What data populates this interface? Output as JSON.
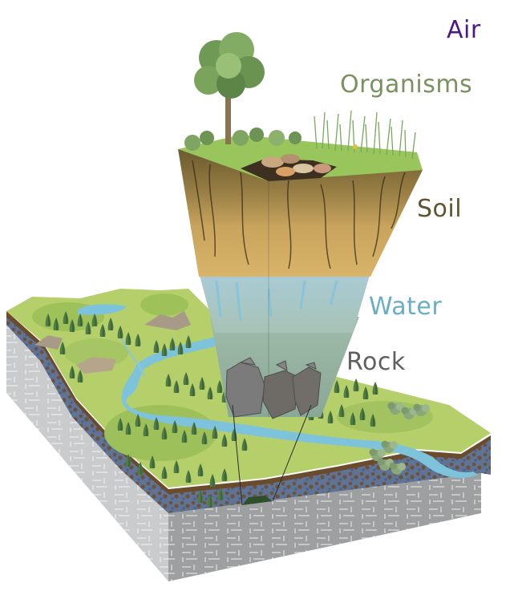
{
  "diagram": {
    "subject": "Critical zone soil profile over landscape block",
    "labels": {
      "air": "Air",
      "organisms": "Organisms",
      "soil": "Soil",
      "water": "Water",
      "rock": "Rock"
    },
    "colors": {
      "air": "#4a1a86",
      "organisms": "#7a9160",
      "soil": "#5d5530",
      "water": "#6aaec4",
      "rock": "#5f5f5f",
      "grass": "#b5cf6b",
      "river": "#7ec3dc",
      "bedrock": "#c9cbcc",
      "sediment": "#6b7fa0"
    }
  }
}
